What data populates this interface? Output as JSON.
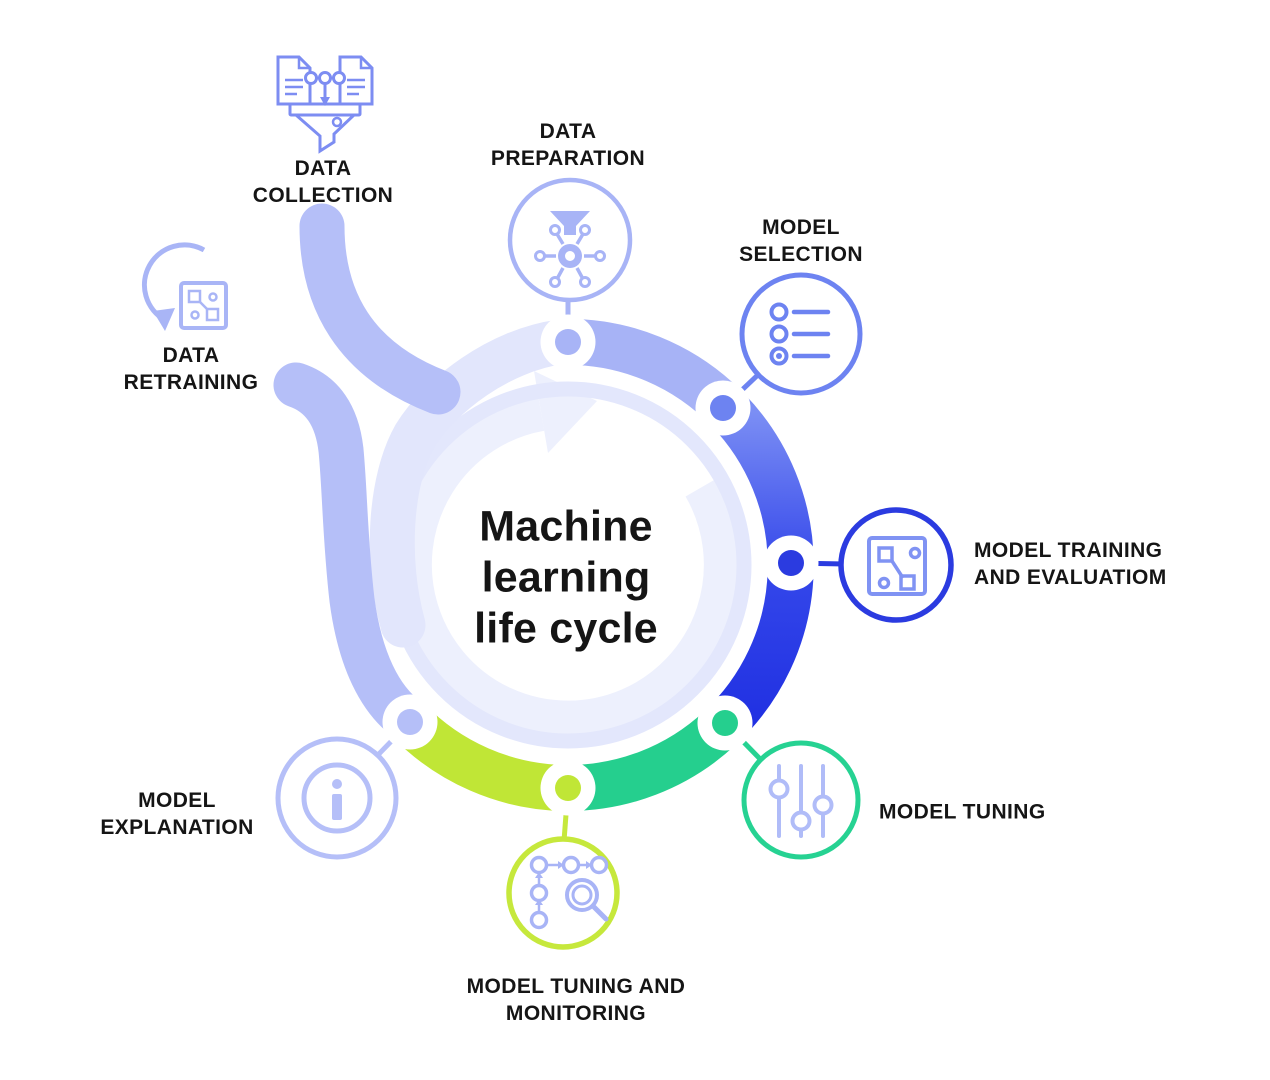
{
  "title": {
    "line1": "Machine",
    "line2": "learning",
    "line3": "life cycle"
  },
  "stages": {
    "data_collection": {
      "line1": "DATA",
      "line2": "COLLECTION",
      "icon": "documents-merge-funnel-icon"
    },
    "data_preparation": {
      "line1": "DATA",
      "line2": "PREPARATION",
      "icon": "gear-network-icon"
    },
    "model_selection": {
      "line1": "MODEL",
      "line2": "SELECTION",
      "icon": "option-list-icon"
    },
    "model_training": {
      "line1": "MODEL TRAINING",
      "line2": "AND EVALUATIOM",
      "icon": "model-node-board-icon"
    },
    "model_tuning": {
      "line1": "MODEL TUNING",
      "icon": "sliders-icon"
    },
    "model_monitoring": {
      "line1": "MODEL TUNING AND",
      "line2": "MONITORING",
      "icon": "process-magnifier-icon"
    },
    "model_explanation": {
      "line1": "MODEL",
      "line2": "EXPLANATION",
      "icon": "info-icon"
    },
    "data_retraining": {
      "line1": "DATA",
      "line2": "RETRAINING",
      "icon": "refresh-model-icon"
    }
  },
  "colors": {
    "background": "#ffffff",
    "text": "#151515",
    "lavender_spiral": "#e2e6fc",
    "inner_ring": "#e3e7fc",
    "rotation_arrow": "#edf0fd",
    "periwinkle_arm": "#b5bff8",
    "segment_periwinkle": "#a7b3f6",
    "segment_blue_start": "#7b8ef4",
    "segment_blue_mid": "#3447ea",
    "segment_blue_end": "#2030e2",
    "segment_green": "#25cf8e",
    "segment_lime": "#c0e636",
    "icon_collection": "#7d8df2",
    "icon_preparation": "#a8b4f6",
    "icon_selection": "#6d83f1",
    "icon_training_circle": "#2b3be0",
    "icon_training_glyph": "#8093f3",
    "icon_tuning_circle": "#26d292",
    "icon_tuning_glyph": "#b0bcf8",
    "icon_monitoring_circle": "#c6e83c",
    "icon_monitoring_glyph": "#a8b4f6",
    "icon_explanation": "#b5bff8",
    "icon_retraining": "#a9b5f6"
  }
}
